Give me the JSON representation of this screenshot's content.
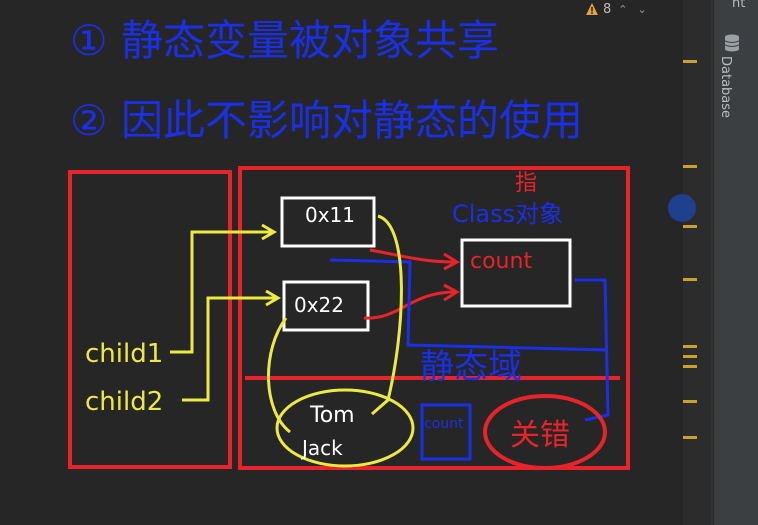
{
  "inspection": {
    "warning_count": "8",
    "prev_label": "⌃",
    "next_label": "⌄"
  },
  "tool_window": {
    "database_label": "Database",
    "partial_tab": "nt"
  },
  "sketch": {
    "note1": "① 静态变量被对象共享",
    "note2": "② 因此不影响对静态的使用",
    "class_label": "Class对象",
    "zhi_label": "指",
    "obj1": "0x11",
    "obj2": "0x22",
    "count_class": "count",
    "count_obj": "count",
    "child1": "child1",
    "child2": "child2",
    "string_tom": "Tom",
    "string_jack": "Jack",
    "static_area": "静态域",
    "error_mark": "关错"
  },
  "colors": {
    "blue_ink": "#1a2fe8",
    "red_ink": "#e8232a",
    "yellow_ink": "#ecea3f",
    "gutter_tick": "#c9a227"
  }
}
